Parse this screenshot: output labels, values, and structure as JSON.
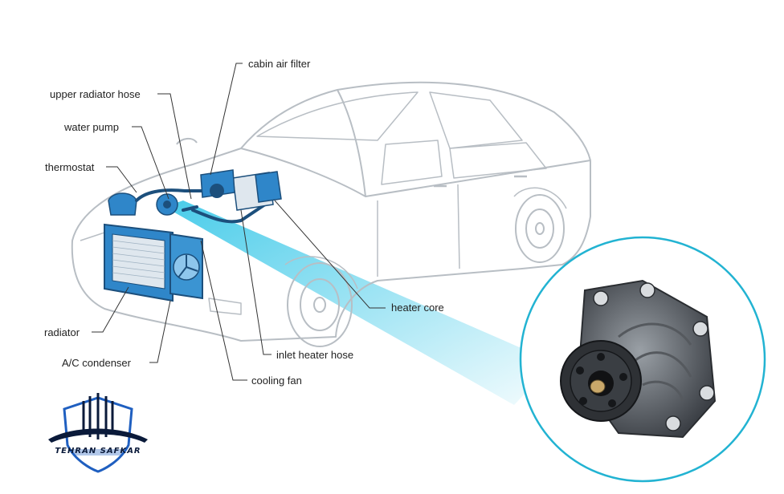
{
  "diagram": {
    "labels": {
      "cabin_air_filter": "cabin air filter",
      "upper_radiator_hose": "upper radiator hose",
      "water_pump": "water pump",
      "thermostat": "thermostat",
      "radiator": "radiator",
      "ac_condenser": "A/C condenser",
      "cooling_fan": "cooling fan",
      "inlet_heater_hose": "inlet heater hose",
      "heater_core": "heater core"
    },
    "colors": {
      "car_outline": "#b8bec4",
      "component_blue": "#2f86c9",
      "component_dark": "#1c4f7c",
      "highlight": "#29c3e6",
      "circle_border": "#22b3d2",
      "leader_line": "#333333"
    }
  },
  "logo": {
    "text": "TEHRAN SAFKAR",
    "colors": {
      "shield": "#1f5fc0",
      "dark": "#0a1a3a"
    }
  },
  "inset": {
    "subject": "water pump",
    "icon": "water-pump-icon"
  }
}
